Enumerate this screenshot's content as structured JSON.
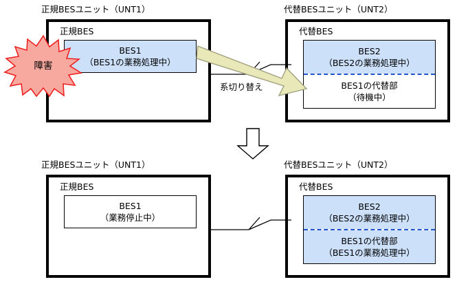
{
  "diagram": {
    "title_top_left": "正規BESユニット（UNT1）",
    "title_top_right": "代替BESユニット（UNT2）",
    "title_bottom_left": "正規BESユニット（UNT1）",
    "title_bottom_right": "代替BESユニット（UNT2）",
    "colors": {
      "process_blue": "#cce0fa",
      "burst_fill": "#f7a9a0",
      "burst_stroke": "#ee2222",
      "arrow_fill": "#e8e8b8",
      "arrow_stroke": "#a0a080",
      "divider_dash": "#2255cc",
      "box_border": "#000000"
    }
  },
  "top_left_unit": {
    "caption": "正規BESユニット（UNT1）",
    "inner_caption": "正規BES",
    "process": {
      "line1": "BES1",
      "line2": "（BES1の業務処理中）"
    }
  },
  "top_right_unit": {
    "caption": "代替BESユニット（UNT2）",
    "inner_caption": "代替BES",
    "upper": {
      "line1": "BES2",
      "line2": "（BES2の業務処理中）"
    },
    "lower": {
      "line1": "BES1の代替部",
      "line2": "（待機中）"
    }
  },
  "bottom_left_unit": {
    "caption": "正規BESユニット（UNT1）",
    "inner_caption": "正規BES",
    "process": {
      "line1": "BES1",
      "line2": "（業務停止中）"
    }
  },
  "bottom_right_unit": {
    "caption": "代替BESユニット（UNT2）",
    "inner_caption": "代替BES",
    "upper": {
      "line1": "BES2",
      "line2": "（BES2の業務処理中）"
    },
    "lower": {
      "line1": "BES1の代替部",
      "line2": "（BES1の業務処理中）"
    }
  },
  "annotations": {
    "fault_burst_label": "障害",
    "switchover_label": "系切り替え"
  }
}
